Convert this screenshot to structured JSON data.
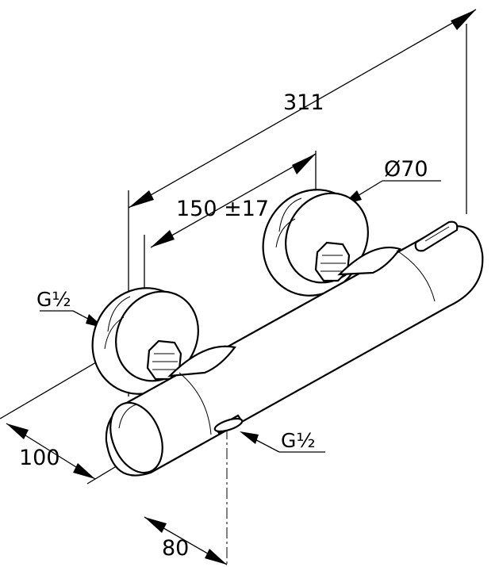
{
  "diagram": {
    "dimensions": {
      "overall_length": "311",
      "inlet_spacing": "150 ±17",
      "flange_diameter": "Ø70",
      "wall_projection": "100",
      "outlet_offset": "80"
    },
    "threads": {
      "inlet": "G½",
      "outlet": "G½"
    }
  }
}
